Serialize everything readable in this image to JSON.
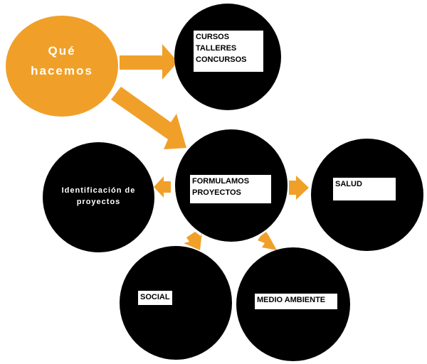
{
  "colors": {
    "accent": "#f0a029",
    "node": "#000000",
    "label_bg": "#ffffff"
  },
  "diagram": {
    "title_line1": "Qué",
    "title_line2": "hacemos",
    "nodes": {
      "courses": [
        "CURSOS",
        "TALLERES",
        "CONCURSOS"
      ],
      "projects": [
        "FORMULAMOS",
        "PROYECTOS"
      ],
      "identification": [
        "Identificación de",
        "proyectos"
      ],
      "health": "SALUD",
      "social": "SOCIAL",
      "environment": "MEDIO AMBIENTE"
    }
  }
}
